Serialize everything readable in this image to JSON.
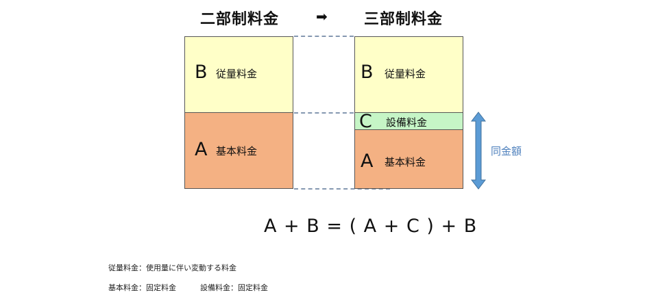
{
  "headings": {
    "before": "二部制料金",
    "arrow": "➡",
    "after": "三部制料金"
  },
  "left": {
    "b_letter": "B",
    "b_label": "従量料金",
    "a_letter": "A",
    "a_label": "基本料金"
  },
  "right": {
    "b_letter": "B",
    "b_label": "従量料金",
    "c_letter": "C",
    "c_label": "設備料金",
    "a_letter": "A",
    "a_label": "基本料金"
  },
  "bracket_label": "同金額",
  "formula": "A + B = ( A + C ) + B",
  "notes": {
    "line1": "従量料金：使用量に伴い変動する料金",
    "line2a": "基本料金：固定料金",
    "line2b": "設備料金：固定料金"
  },
  "colors": {
    "b": "#ffffc8",
    "a": "#f4b183",
    "c": "#c6f5c6",
    "accent": "#4f81bd"
  }
}
